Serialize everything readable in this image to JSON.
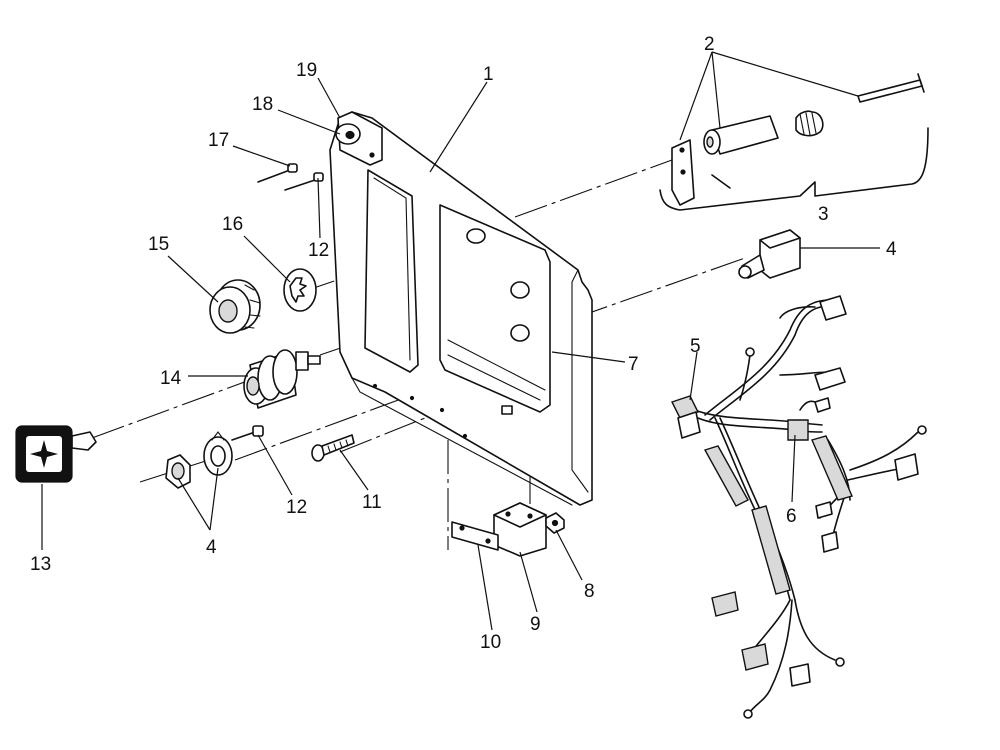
{
  "callouts": [
    {
      "id": "1",
      "text": "1"
    },
    {
      "id": "2",
      "text": "2"
    },
    {
      "id": "3",
      "text": "3"
    },
    {
      "id": "4a",
      "text": "4"
    },
    {
      "id": "4b",
      "text": "4"
    },
    {
      "id": "5",
      "text": "5"
    },
    {
      "id": "6",
      "text": "6"
    },
    {
      "id": "7",
      "text": "7"
    },
    {
      "id": "8",
      "text": "8"
    },
    {
      "id": "9",
      "text": "9"
    },
    {
      "id": "10",
      "text": "10"
    },
    {
      "id": "11",
      "text": "11"
    },
    {
      "id": "12a",
      "text": "12"
    },
    {
      "id": "12b",
      "text": "12"
    },
    {
      "id": "13",
      "text": "13"
    },
    {
      "id": "14",
      "text": "14"
    },
    {
      "id": "15",
      "text": "15"
    },
    {
      "id": "16",
      "text": "16"
    },
    {
      "id": "17",
      "text": "17"
    },
    {
      "id": "18",
      "text": "18"
    },
    {
      "id": "19",
      "text": "19"
    }
  ],
  "colors": {
    "line": "#111111",
    "background": "#ffffff",
    "shade": "#d9d9d9"
  }
}
